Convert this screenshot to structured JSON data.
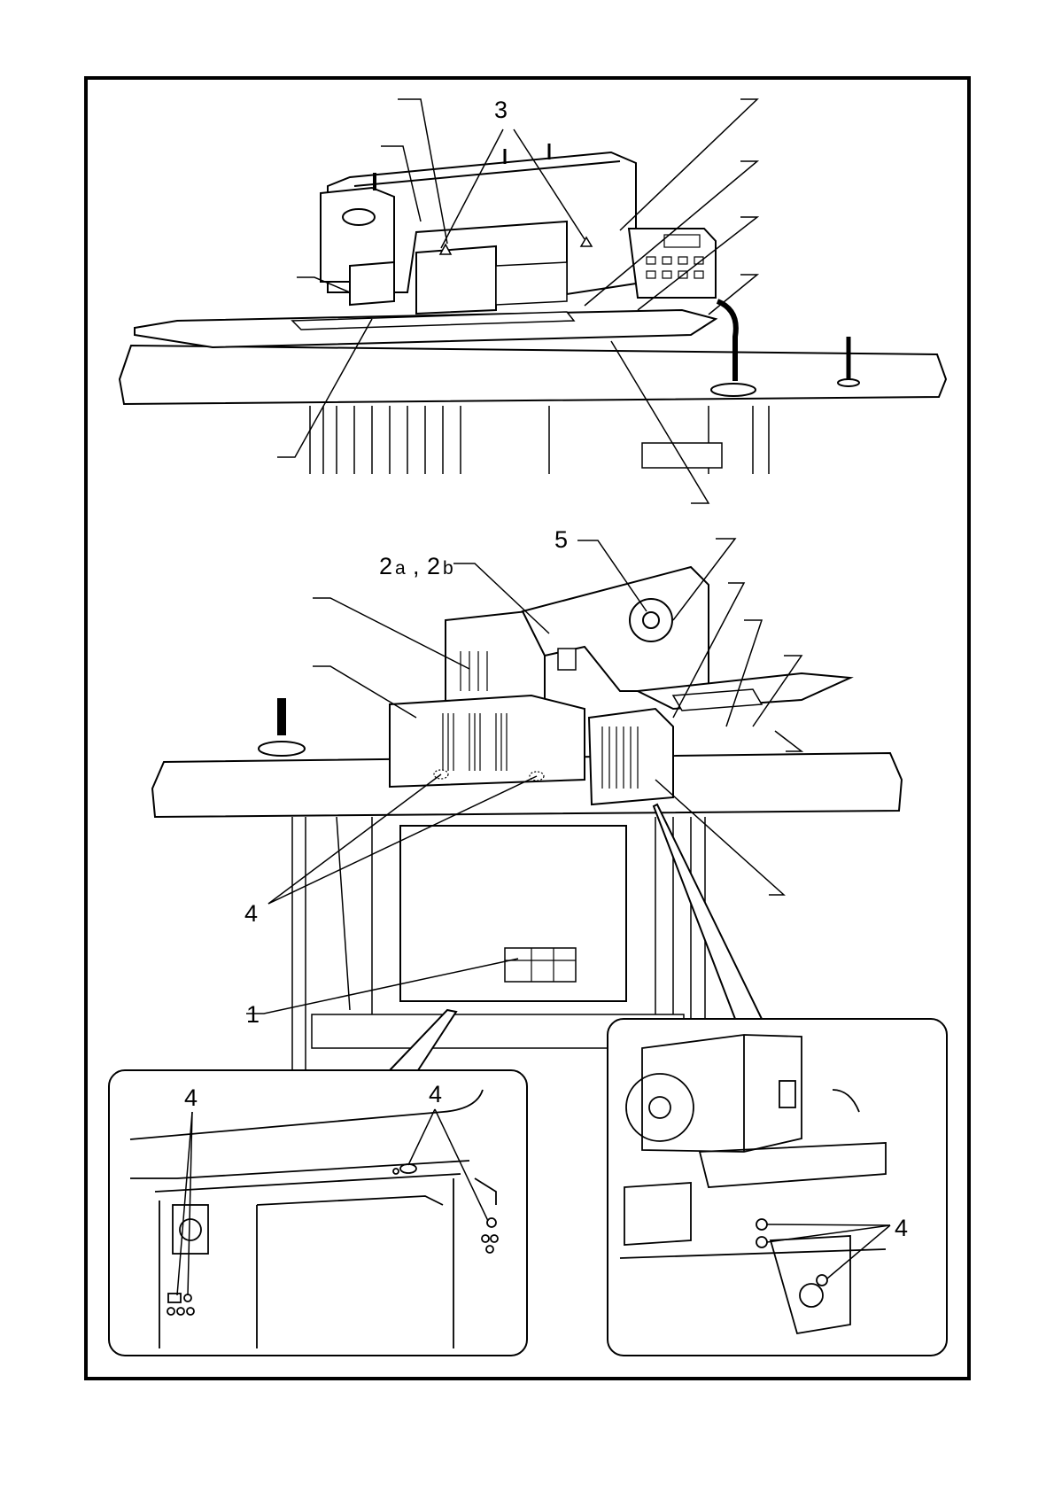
{
  "labels": {
    "top_triangles": "3",
    "cover_top": "2",
    "cover_a": "a",
    "comma": ",",
    "cover_b": "b",
    "pulley": "5",
    "hinge_screws": "4",
    "control_box": "1",
    "inset_left_screws_a": "4",
    "inset_left_screws_b": "4",
    "inset_right_screws": "4"
  }
}
